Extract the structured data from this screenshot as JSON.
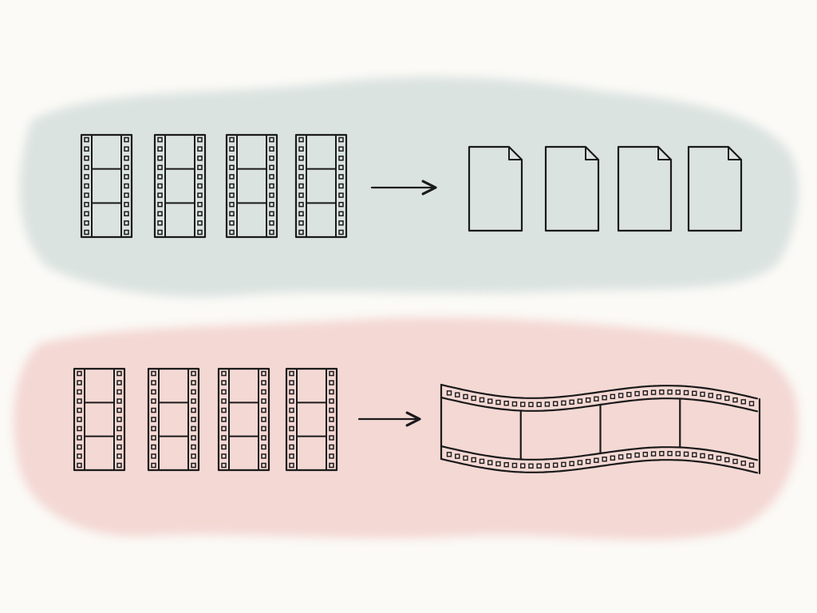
{
  "colors": {
    "background": "#fbfaf6",
    "top_wash": "#d9e2df",
    "bottom_wash": "#f3d6d3",
    "ink": "#1a1a1a"
  },
  "top_row": {
    "input": {
      "icon": "film-strip-icon",
      "count": 4,
      "frames_per_strip": 3
    },
    "output": {
      "icon": "document-icon",
      "count": 4
    }
  },
  "bottom_row": {
    "input": {
      "icon": "film-strip-icon",
      "count": 4,
      "frames_per_strip": 3
    },
    "output": {
      "icon": "continuous-film-reel-icon",
      "count": 1,
      "frames": 4
    }
  }
}
